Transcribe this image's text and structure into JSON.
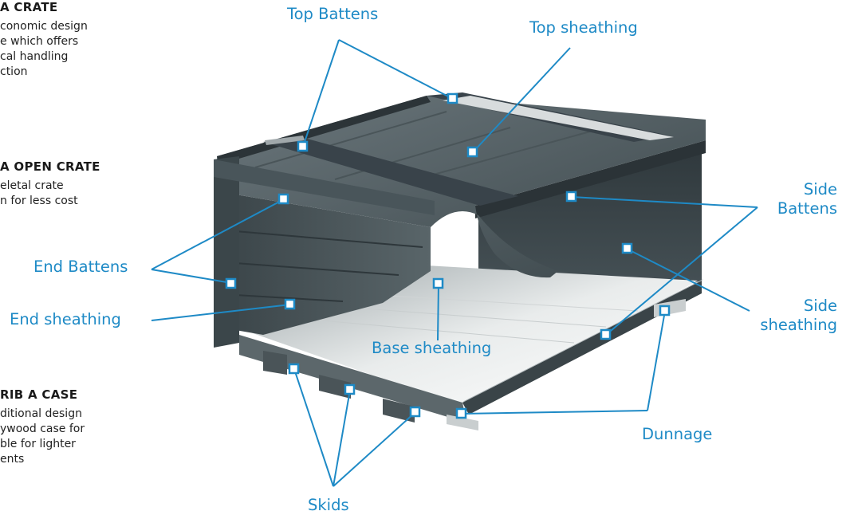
{
  "sections": [
    {
      "title": "A CRATE",
      "lines": [
        "conomic design",
        "e which offers",
        "cal handling",
        "ction"
      ]
    },
    {
      "title": "A OPEN CRATE",
      "lines": [
        "eletal crate",
        "n for less cost"
      ]
    },
    {
      "title": "RIB A CASE",
      "lines": [
        "ditional design",
        "ywood case for",
        "ble for lighter",
        "ents"
      ]
    }
  ],
  "labels": {
    "top_battens": "Top Battens",
    "top_sheathing": "Top sheathing",
    "side_battens_1": "Side",
    "side_battens_2": "Battens",
    "end_battens": "End Battens",
    "side_sheathing_1": "Side",
    "side_sheathing_2": "sheathing",
    "end_sheathing": "End sheathing",
    "base_sheathing": "Base sheathing",
    "dunnage": "Dunnage",
    "skids": "Skids"
  },
  "colors": {
    "label_blue": "#1e8ac6",
    "crate_dark": "#3f4a4f",
    "crate_mid": "#5a666b",
    "crate_light": "#8a9599"
  }
}
